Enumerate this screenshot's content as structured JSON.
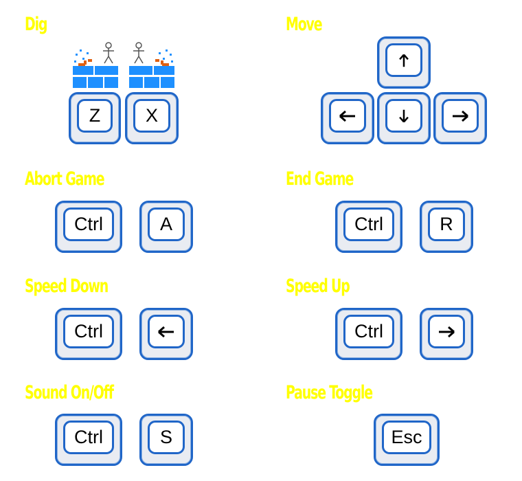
{
  "sections": {
    "dig": {
      "title": "Dig",
      "keys": [
        "Z",
        "X"
      ]
    },
    "move": {
      "title": "Move",
      "up": "up-arrow-icon",
      "left": "left-arrow-icon",
      "down": "down-arrow-icon",
      "right": "right-arrow-icon"
    },
    "abort_game": {
      "title": "Abort Game",
      "keys": [
        "Ctrl",
        "A"
      ]
    },
    "end_game": {
      "title": "End Game",
      "keys": [
        "Ctrl",
        "R"
      ]
    },
    "speed_down": {
      "title": "Speed Down",
      "keys": [
        "Ctrl"
      ],
      "arrow": "left-arrow-icon"
    },
    "speed_up": {
      "title": "Speed Up",
      "keys": [
        "Ctrl"
      ],
      "arrow": "right-arrow-icon"
    },
    "sound": {
      "title": "Sound On/Off",
      "keys": [
        "Ctrl",
        "S"
      ]
    },
    "pause": {
      "title": "Pause Toggle",
      "keys": [
        "Esc"
      ]
    }
  },
  "colors": {
    "title": "#ffff00",
    "key_border": "#2066c8",
    "key_body": "#e9ecf2",
    "key_face": "#ffffff",
    "brick": "#1e90ff",
    "debris": "#e06010"
  }
}
